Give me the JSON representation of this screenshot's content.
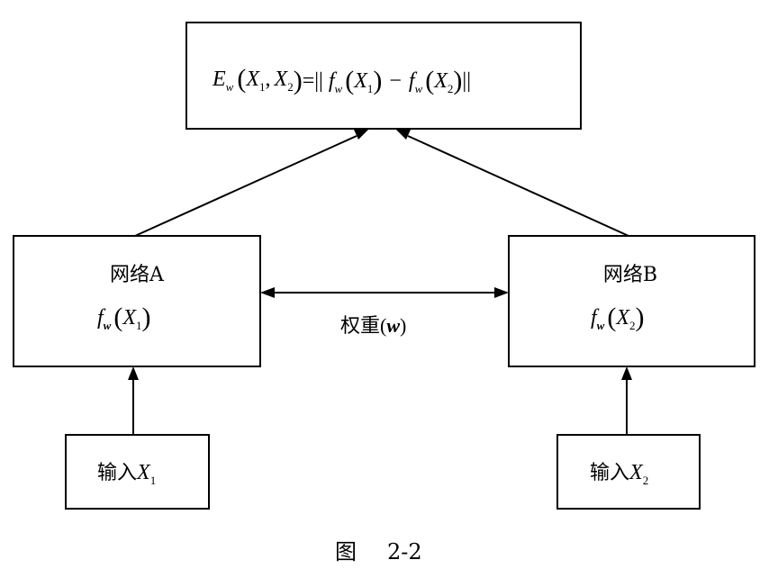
{
  "top_box": {
    "formula": {
      "E": "E",
      "w": "w",
      "X": "X",
      "sub1": "1",
      "sub2": "2",
      "comma": ",",
      "equals": "=",
      "norm": "||",
      "f": "f",
      "minus": "−",
      "lparen": "(",
      "rparen": ")"
    }
  },
  "network_a": {
    "title": "网络A",
    "func": "f",
    "w": "w",
    "X": "X",
    "sub": "1",
    "lparen": "(",
    "rparen": ")"
  },
  "network_b": {
    "title": "网络B",
    "func": "f",
    "w": "w",
    "X": "X",
    "sub": "2",
    "lparen": "(",
    "rparen": ")"
  },
  "weights": {
    "text": "权重",
    "lparen": "(",
    "symbol": "w",
    "rparen": ")"
  },
  "input_a": {
    "text": "输入",
    "X": "X",
    "sub": "1"
  },
  "input_b": {
    "text": "输入",
    "X": "X",
    "sub": "2"
  },
  "caption": {
    "text": "图",
    "number": "2-2"
  }
}
